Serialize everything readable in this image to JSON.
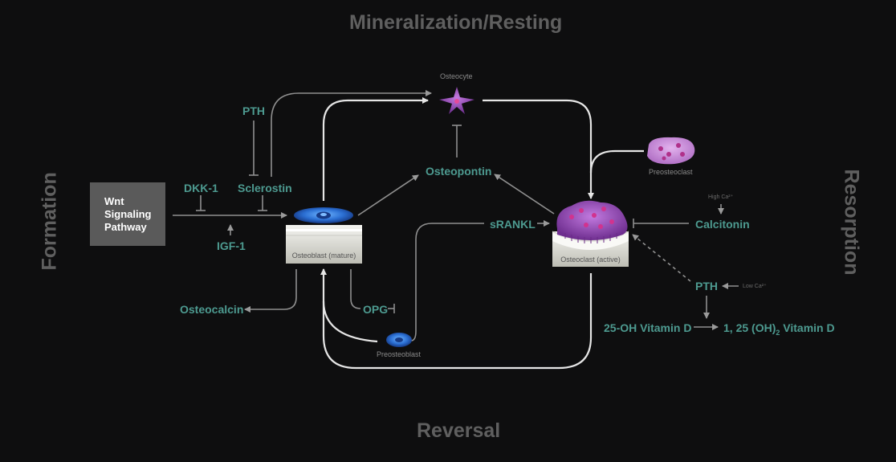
{
  "phases": {
    "top": "Mineralization/Resting",
    "bottom": "Reversal",
    "left": "Formation",
    "right": "Resorption"
  },
  "wnt": [
    "Wnt",
    "Signaling",
    "Pathway"
  ],
  "labels": {
    "pth_top": "PTH",
    "dkk1": "DKK-1",
    "sclerostin": "Sclerostin",
    "igf1": "IGF-1",
    "osteopontin": "Osteopontin",
    "srankl": "sRANKL",
    "calcitonin": "Calcitonin",
    "pth_right": "PTH",
    "osteocalcin": "Osteocalcin",
    "opg": "OPG",
    "vitd_25": "25-OH Vitamin D",
    "vitd_125_pre": "1, 25 (OH)",
    "vitd_125_sub": "2",
    "vitd_125_post": " Vitamin D"
  },
  "cells": {
    "osteocyte": "Osteocyte",
    "preosteoclast": "Preosteoclast",
    "osteoblast_mature": "Osteoblast (mature)",
    "osteoclast_active": "Osteoclast (active)",
    "preosteoblast": "Preosteoblast"
  },
  "notes": {
    "high_ca": "High Ca²⁺",
    "low_ca": "Low Ca²⁺"
  },
  "colors": {
    "background": "#0e0e0f",
    "phase_text": "#5f5f5f",
    "teal": "#4d9a90",
    "osteoblast_blue": "#2f6fd0",
    "osteoclast_purple": "#9b55b8",
    "preosteoclast_pink": "#c98ad6"
  }
}
